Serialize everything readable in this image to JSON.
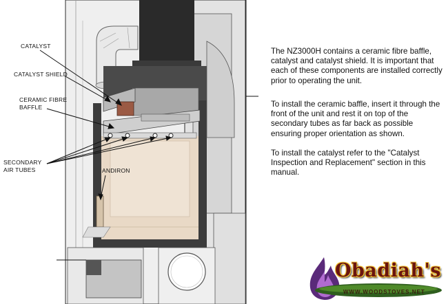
{
  "callouts": {
    "catalyst": "CATALYST",
    "catalyst_shield": "CATALYST SHIELD",
    "ceramic_fibre_baffle_line1": "CERAMIC FIBRE",
    "ceramic_fibre_baffle_line2": "BAFFLE",
    "secondary_air_tubes_line1": "SECONDARY",
    "secondary_air_tubes_line2": "AIR TUBES",
    "andiron": "ANDIRON"
  },
  "instructions": {
    "paragraph1": "The NZ3000H contains a ceramic fibre baffle, catalyst and catalyst shield. It is important that each of these components are installed correctly prior to operating the unit.",
    "paragraph2": "To install the ceramic baffle, insert it through the front of the unit and rest it on top of the secondary tubes as far back as possible ensuring proper orientation as shown.",
    "paragraph3": "To install the catalyst refer to the \"Catalyst Inspection and Replacement\" section in this manual."
  },
  "logo": {
    "name": "Obadiah's",
    "url": "WWW.WOODSTOVES.NET"
  },
  "colors": {
    "outline": "#2b2b2b",
    "panel_light": "#e6e6e6",
    "panel_mid": "#c8c8c8",
    "flue_dark": "#2a2a2a",
    "firebox_tan": "#e9d9c6",
    "catalyst_brown": "#9b5a44",
    "logo_red": "#6a1410",
    "logo_gold": "#f1c232",
    "logo_flame": "#5a2a7a"
  }
}
